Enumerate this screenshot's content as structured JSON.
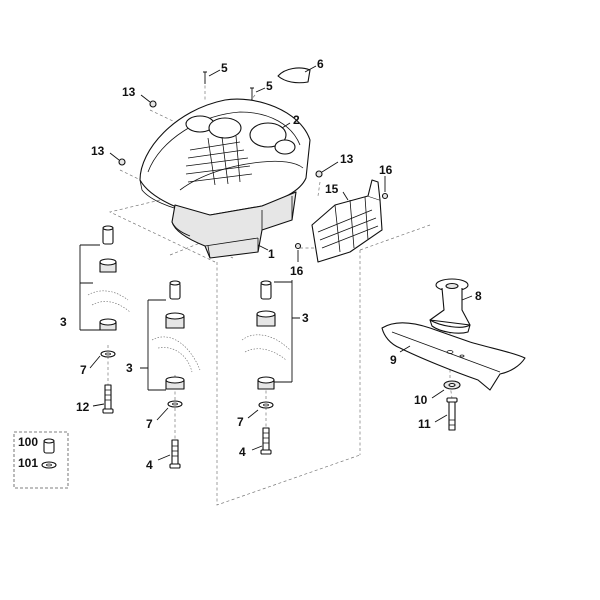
{
  "diagram": {
    "callouts": [
      {
        "id": "c5a",
        "text": "5"
      },
      {
        "id": "c5b",
        "text": "5"
      },
      {
        "id": "c6",
        "text": "6"
      },
      {
        "id": "c13a",
        "text": "13"
      },
      {
        "id": "c2",
        "text": "2"
      },
      {
        "id": "c13b",
        "text": "13"
      },
      {
        "id": "c13c",
        "text": "13"
      },
      {
        "id": "c16a",
        "text": "16"
      },
      {
        "id": "c15",
        "text": "15"
      },
      {
        "id": "c1",
        "text": "1"
      },
      {
        "id": "c16b",
        "text": "16"
      },
      {
        "id": "c8",
        "text": "8"
      },
      {
        "id": "c3a",
        "text": "3"
      },
      {
        "id": "c3b",
        "text": "3"
      },
      {
        "id": "c3c",
        "text": "3"
      },
      {
        "id": "c9",
        "text": "9"
      },
      {
        "id": "c7a",
        "text": "7"
      },
      {
        "id": "c7b",
        "text": "7"
      },
      {
        "id": "c7c",
        "text": "7"
      },
      {
        "id": "c12",
        "text": "12"
      },
      {
        "id": "c10",
        "text": "10"
      },
      {
        "id": "c11",
        "text": "11"
      },
      {
        "id": "c4a",
        "text": "4"
      },
      {
        "id": "c4b",
        "text": "4"
      },
      {
        "id": "c100",
        "text": "100"
      },
      {
        "id": "c101",
        "text": "101"
      }
    ]
  }
}
